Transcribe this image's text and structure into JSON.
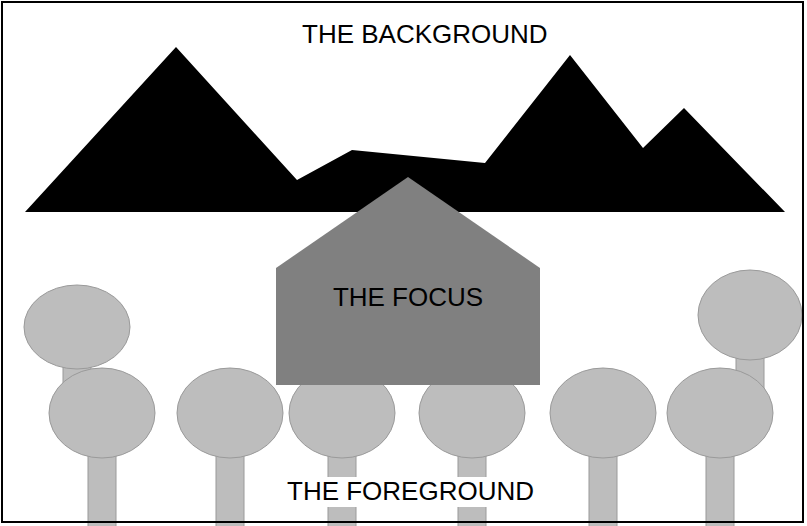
{
  "diagram": {
    "nodes": [
      {
        "text": [
          "THE FOCUS"
        ]
      }
    ],
    "labels": [
      "THE BACKGROUND",
      "THE FOREGROUND"
    ]
  }
}
